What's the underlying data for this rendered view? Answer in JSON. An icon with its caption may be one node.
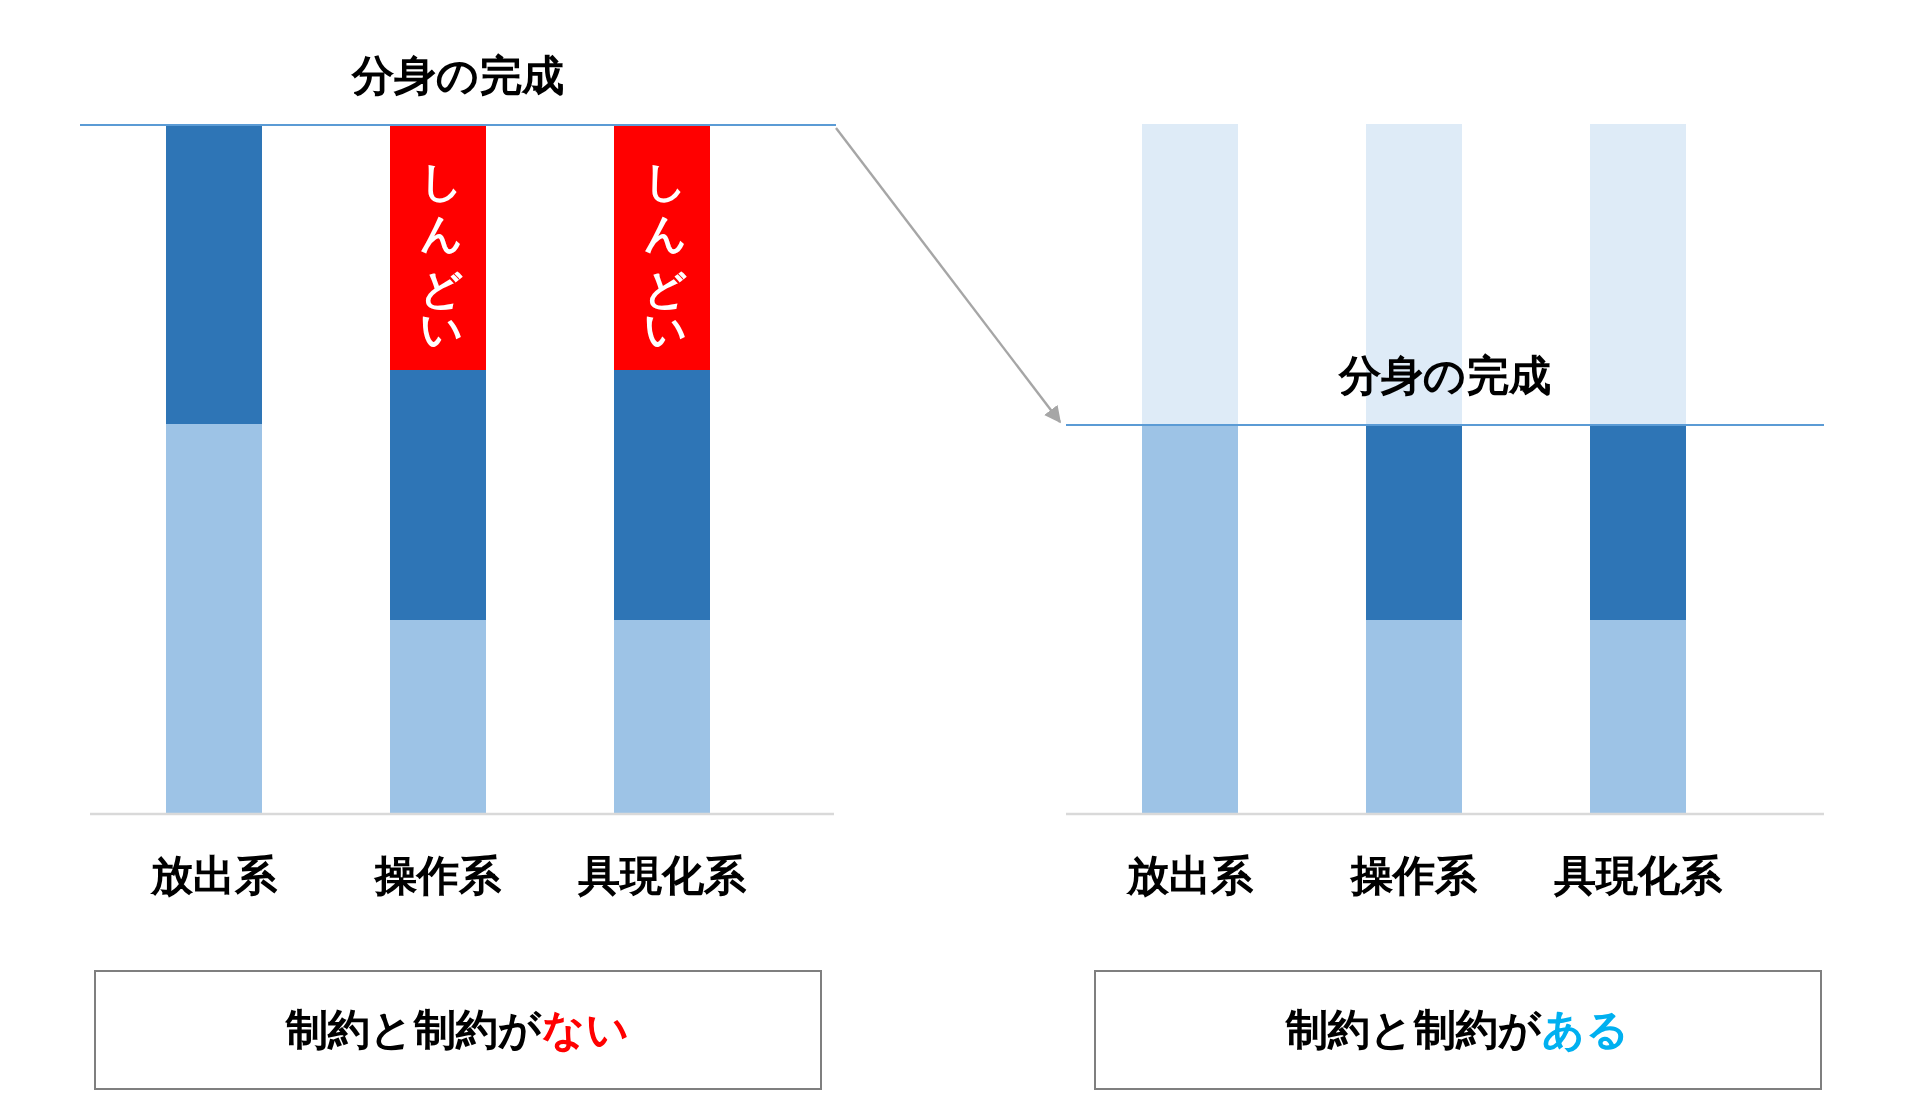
{
  "diagram": {
    "nodes": [
      {
        "text": [
          "分身の完成"
        ]
      },
      {
        "text": [
          "分身の完成"
        ]
      },
      {
        "text": [
          "制約と制約がない"
        ]
      },
      {
        "text": [
          "制約と制約がある"
        ]
      }
    ],
    "edges": [
      {
        "from": 0,
        "to": 1,
        "arrow": "to",
        "color": "#a6a6a6"
      }
    ],
    "labels": [
      "しんどい",
      "しんどい",
      "放出系",
      "操作系",
      "具現化系",
      "放出系",
      "操作系",
      "具現化系"
    ]
  }
}
